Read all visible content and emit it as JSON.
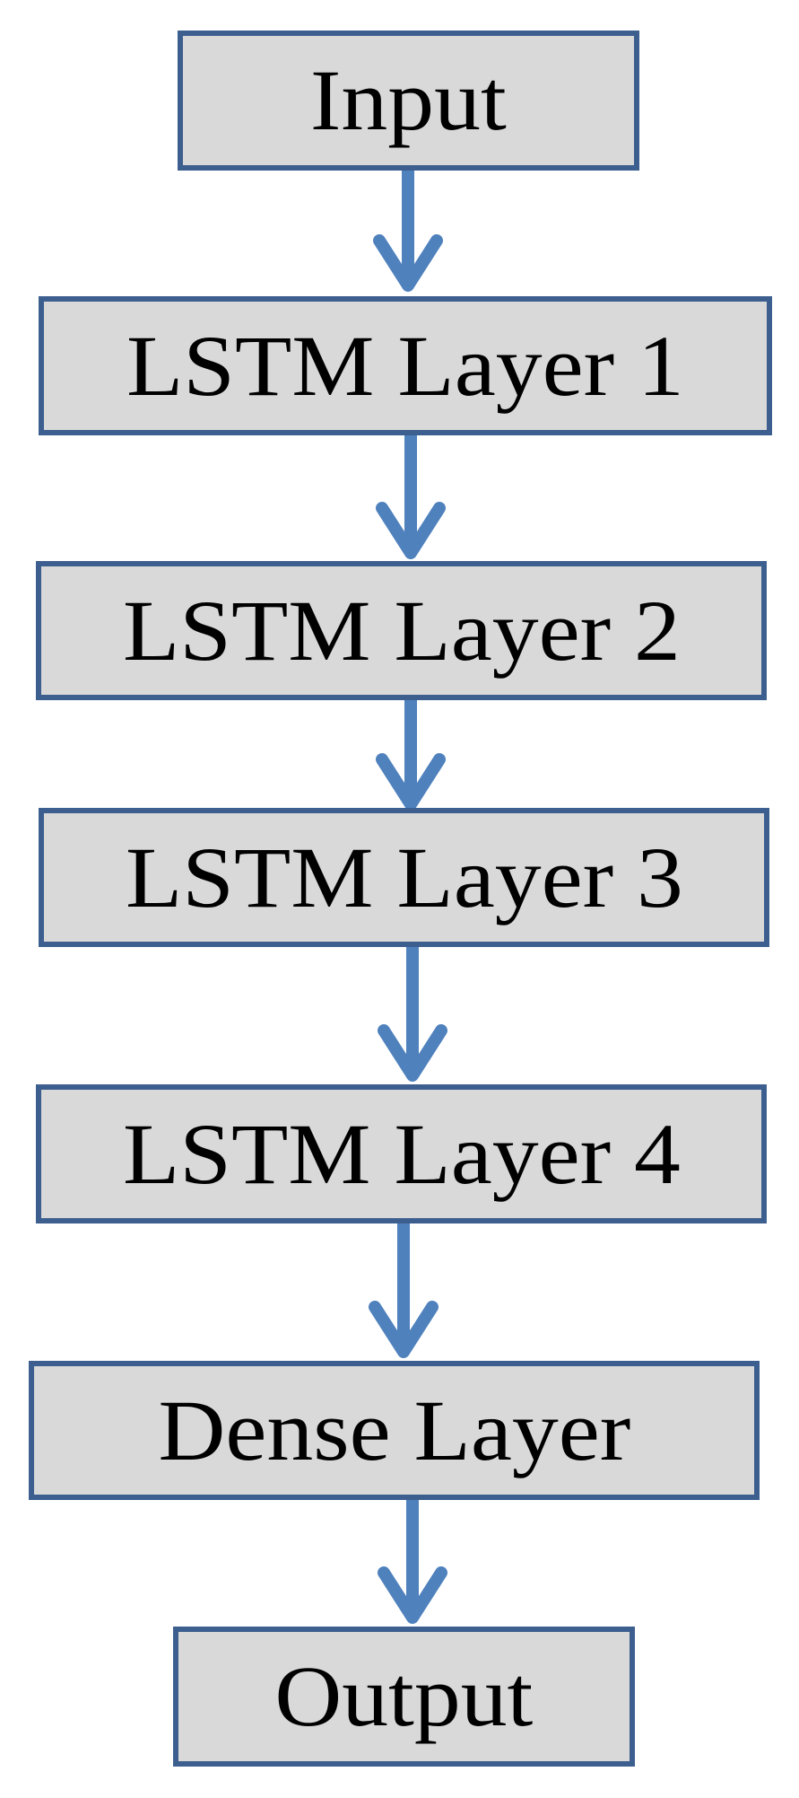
{
  "diagram": {
    "type": "flowchart",
    "nodes": [
      {
        "id": "input",
        "label": "Input"
      },
      {
        "id": "lstm1",
        "label": "LSTM Layer 1"
      },
      {
        "id": "lstm2",
        "label": "LSTM Layer 2"
      },
      {
        "id": "lstm3",
        "label": "LSTM Layer 3"
      },
      {
        "id": "lstm4",
        "label": "LSTM Layer 4"
      },
      {
        "id": "dense",
        "label": "Dense Layer"
      },
      {
        "id": "output",
        "label": "Output"
      }
    ],
    "edges": [
      {
        "from": "input",
        "to": "lstm1"
      },
      {
        "from": "lstm1",
        "to": "lstm2"
      },
      {
        "from": "lstm2",
        "to": "lstm3"
      },
      {
        "from": "lstm3",
        "to": "lstm4"
      },
      {
        "from": "lstm4",
        "to": "dense"
      },
      {
        "from": "dense",
        "to": "output"
      }
    ],
    "colors": {
      "node_fill": "#d9d9d9",
      "node_border": "#3d5f8f",
      "arrow": "#4f81bd",
      "text": "#000000"
    }
  }
}
